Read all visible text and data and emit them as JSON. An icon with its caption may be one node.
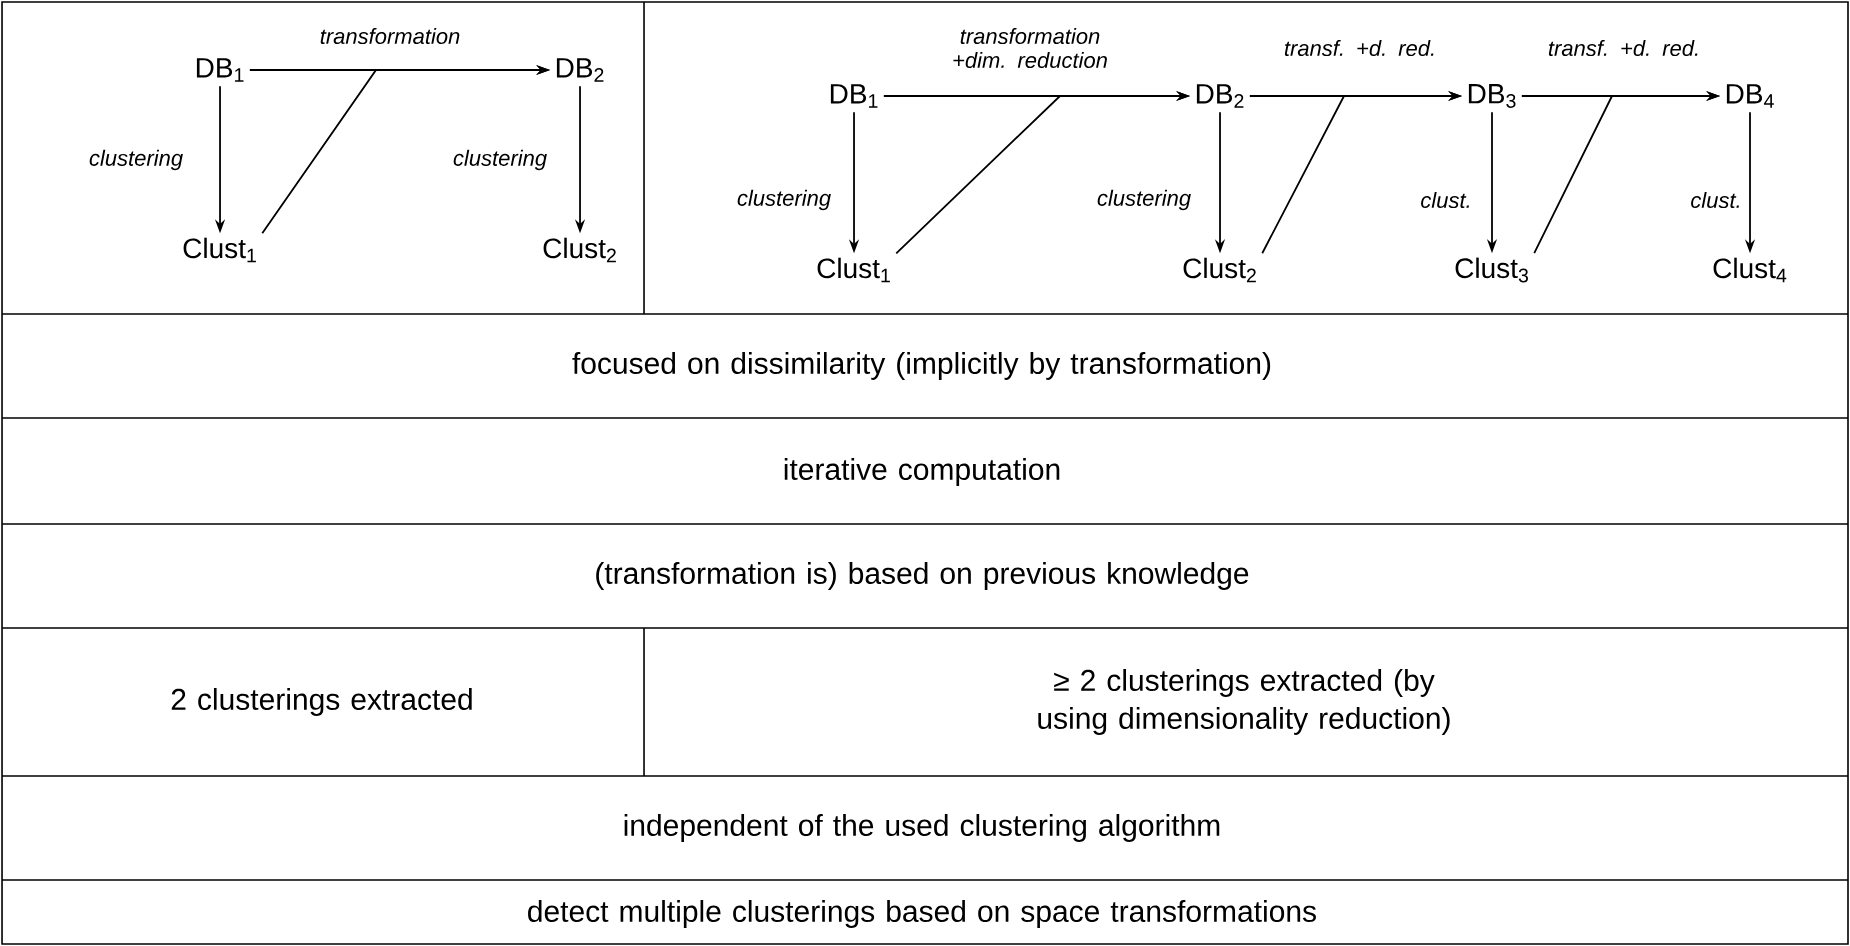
{
  "diagram": {
    "nodes": [
      {
        "text": [
          "DB$_{1}$"
        ]
      },
      {
        "text": [
          "DB$_{2}$"
        ]
      },
      {
        "text": [
          "Clust$_{1}$"
        ]
      },
      {
        "text": [
          "Clust$_{2}$"
        ]
      },
      {
        "text": [
          "DB$_{1}$"
        ]
      },
      {
        "text": [
          "DB$_{2}$"
        ]
      },
      {
        "text": [
          "DB$_{3}$"
        ]
      },
      {
        "text": [
          "DB$_{4}$"
        ]
      },
      {
        "text": [
          "Clust$_{1}$"
        ]
      },
      {
        "text": [
          "Clust$_{2}$"
        ]
      },
      {
        "text": [
          "Clust$_{3}$"
        ]
      },
      {
        "text": [
          "Clust$_{4}$"
        ]
      }
    ],
    "edges": [
      {
        "from": 0,
        "to": 1,
        "arrow": "to",
        "label": "transformation"
      },
      {
        "from": 0,
        "to": 2,
        "arrow": "to",
        "label": "clustering"
      },
      {
        "from": 1,
        "to": 3,
        "arrow": "to",
        "label": "clustering"
      },
      {
        "from": 2,
        "to": 1,
        "arrow": "to"
      },
      {
        "from": 4,
        "to": 5,
        "arrow": "to",
        "label": "transformation +dim. reduction"
      },
      {
        "from": 5,
        "to": 6,
        "arrow": "to",
        "label": "transf. +d. red."
      },
      {
        "from": 6,
        "to": 7,
        "arrow": "to",
        "label": "transf. +d. red."
      },
      {
        "from": 4,
        "to": 8,
        "arrow": "to",
        "label": "clustering"
      },
      {
        "from": 5,
        "to": 9,
        "arrow": "to",
        "label": "clustering"
      },
      {
        "from": 6,
        "to": 10,
        "arrow": "to",
        "label": "clust."
      },
      {
        "from": 7,
        "to": 11,
        "arrow": "to",
        "label": "clust."
      },
      {
        "from": 8,
        "to": 5,
        "arrow": "to"
      },
      {
        "from": 9,
        "to": 6,
        "arrow": "to"
      },
      {
        "from": 10,
        "to": 7,
        "arrow": "to"
      }
    ],
    "labels": [
      "focused on dissimilarity (implicitly by transformation)",
      "iterative computation",
      "(transformation is) based on previous knowledge",
      "2 clusterings extracted",
      "≥ 2 clusterings extracted (by using dimensionality reduction)",
      "independent of the used clustering algorithm",
      "detect multiple clusterings based on space transformations"
    ]
  }
}
